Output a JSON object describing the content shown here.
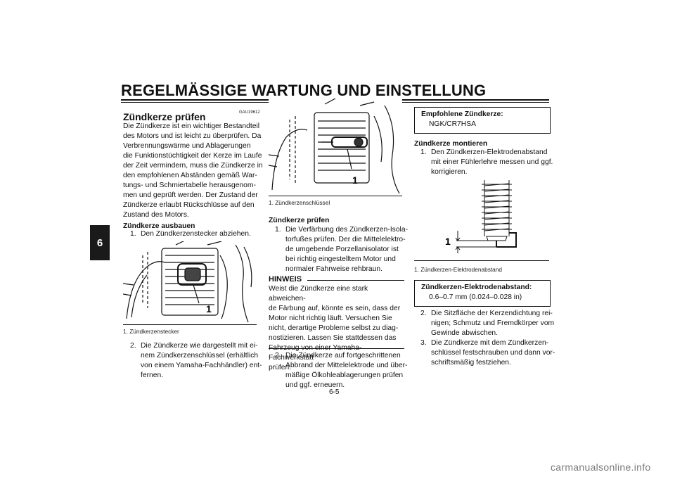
{
  "header": {
    "title": "REGELMÄSSIGE WARTUNG UND EINSTELLUNG",
    "tab_number": "6"
  },
  "col1": {
    "code": "GAU19612",
    "heading": "Zündkerze prüfen",
    "intro": [
      "Die Zündkerze ist ein wichtiger Bestandteil",
      "des Motors und ist leicht zu überprüfen. Da",
      "Verbrennungswärme und Ablagerungen",
      "die Funktionstüchtigkeit der Kerze im Laufe",
      "der Zeit vermindern, muss die Zündkerze in",
      "den empfohlenen Abständen gemäß War-",
      "tungs- und Schmiertabelle herausgenom-",
      "men und geprüft werden. Der Zustand der",
      "Zündkerze erlaubt Rückschlüsse auf den",
      "Zustand des Motors."
    ],
    "sub": "Zündkerze ausbauen",
    "step1": {
      "n": "1.",
      "text": "Den Zündkerzenstecker abziehen."
    },
    "figure_label": "1",
    "caption": "1.  Zündkerzenstecker",
    "step2": {
      "n": "2.",
      "lines": [
        "Die Zündkerze wie dargestellt mit ei-",
        "nem Zündkerzenschlüssel (erhältlich",
        "von einem Yamaha-Fachhändler) ent-",
        "fernen."
      ]
    }
  },
  "col2": {
    "figure_label": "1",
    "caption": "1.  Zündkerzenschlüssel",
    "sub": "Zündkerze prüfen",
    "step1": {
      "n": "1.",
      "lines": [
        "Die Verfärbung des Zündkerzen-Isola-",
        "torfußes prüfen. Der die Mittelelektro-",
        "de umgebende Porzellanisolator ist",
        "bei richtig eingestelltem Motor und",
        "normaler Fahrweise rehbraun."
      ]
    },
    "note_title": "HINWEIS",
    "note": [
      "Weist die Zündkerze eine stark abweichen-",
      "de Färbung auf, könnte es sein, dass der",
      "Motor nicht richtig läuft. Versuchen Sie",
      "nicht, derartige Probleme selbst zu diag-",
      "nostizieren. Lassen Sie stattdessen das",
      "Fahrzeug von einer Yamaha-Fachwerkstatt",
      "prüfen."
    ],
    "step2": {
      "n": "2.",
      "lines": [
        "Die Zündkerze auf fortgeschrittenen",
        "Abbrand der Mittelelektrode und über-",
        "mäßige Ölkohleablagerungen prüfen",
        "und ggf. erneuern."
      ]
    }
  },
  "col3": {
    "spec1": {
      "title": "Empfohlene Zündkerze:",
      "value": "NGK/CR7HSA"
    },
    "sub": "Zündkerze montieren",
    "step1": {
      "n": "1.",
      "lines": [
        "Den Zündkerzen-Elektrodenabstand",
        "mit einer Fühlerlehre messen und ggf.",
        "korrigieren."
      ]
    },
    "figure_label": "1",
    "caption": "1.  Zündkerzen-Elektrodenabstand",
    "spec2": {
      "title": "Zündkerzen-Elektrodenabstand:",
      "value": "0.6–0.7 mm (0.024–0.028 in)"
    },
    "step2": {
      "n": "2.",
      "lines": [
        "Die Sitzfläche der Kerzendichtung rei-",
        "nigen; Schmutz und Fremdkörper vom",
        "Gewinde abwischen."
      ]
    },
    "step3": {
      "n": "3.",
      "lines": [
        "Die Zündkerze mit dem Zündkerzen-",
        "schlüssel festschrauben und dann vor-",
        "schriftsmäßig festziehen."
      ]
    }
  },
  "page_number": "6-5",
  "watermark": "carmanualsonline.info"
}
